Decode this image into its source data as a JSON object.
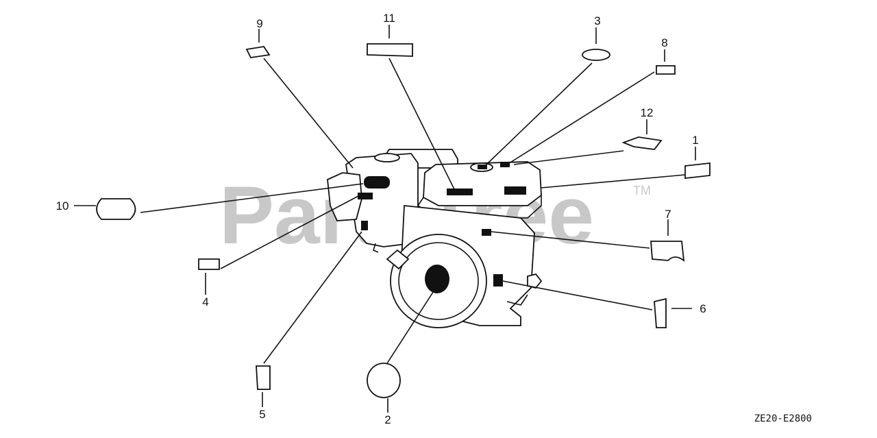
{
  "watermark": {
    "text": "PartsTree",
    "trademark": "TM"
  },
  "diagram_code": "ZE20-E2800",
  "callouts": [
    {
      "id": "label-1",
      "text": "1"
    },
    {
      "id": "label-2",
      "text": "2"
    },
    {
      "id": "label-3",
      "text": "3"
    },
    {
      "id": "label-4",
      "text": "4"
    },
    {
      "id": "label-5",
      "text": "5"
    },
    {
      "id": "label-6",
      "text": "6"
    },
    {
      "id": "label-7",
      "text": "7"
    },
    {
      "id": "label-8",
      "text": "8"
    },
    {
      "id": "label-9",
      "text": "9"
    },
    {
      "id": "label-10",
      "text": "10"
    },
    {
      "id": "label-11",
      "text": "11"
    },
    {
      "id": "label-12",
      "text": "12"
    }
  ]
}
